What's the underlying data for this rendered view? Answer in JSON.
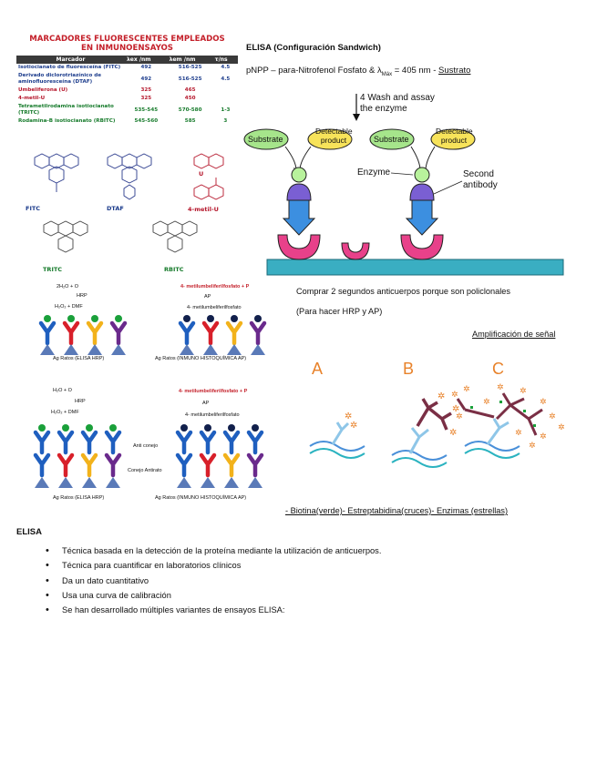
{
  "marker_table": {
    "title_line1": "MARCADORES FLUORESCENTES EMPLEADOS",
    "title_line2": "EN INMUNOENSAYOS",
    "headers": [
      "Marcador",
      "λex /nm",
      "λem /nm",
      "τ/ns"
    ],
    "rows": [
      {
        "name": "Isotiocianato de fluoresceína (FITC)",
        "ex": "492",
        "em": "516-525",
        "tau": "4.5"
      },
      {
        "name": "Derivado diclorotriazínico de aminofluoresceína (DTAF)",
        "ex": "492",
        "em": "516-525",
        "tau": "4.5"
      },
      {
        "name": "Umbeliferona (U)",
        "ex": "325",
        "em": "465",
        "tau": ""
      },
      {
        "name": "4-metil-U",
        "ex": "325",
        "em": "450",
        "tau": ""
      },
      {
        "name": "Tetrametilrodamina isotiocianato (TRITC)",
        "ex": "535-545",
        "em": "570-580",
        "tau": "1-3"
      },
      {
        "name": "Rodamina-B isotiocianato (RBITC)",
        "ex": "545-560",
        "em": "585",
        "tau": "3"
      }
    ],
    "structure_labels": [
      "FITC",
      "DTAF",
      "U",
      "4-metil-U",
      "TRITC",
      "RBITC"
    ]
  },
  "elisa_header": {
    "title": "ELISA (Configuración Sandwich)",
    "substrate_line_prefix": "pNPP – para-Nitrofenol Fosfato & λ",
    "substrate_line_sub": "Máx",
    "substrate_line_mid": " = 405 nm - ",
    "substrate_line_link": "Sustrato"
  },
  "sandwich": {
    "step_line1": "4 Wash and assay",
    "step_line2": "the enzyme",
    "substrate": "Substrate",
    "product_line1": "Detectable",
    "product_line2": "product",
    "enzyme": "Enzyme",
    "second_line1": "Second",
    "second_line2": "antibody"
  },
  "panels": {
    "top_left_top": "2H₂O + O",
    "top_left_enzyme": "HRP",
    "top_left_bottom": "H₂O₂ + DMF",
    "top_left_caption": "Ag Ratos (ELISA HRP)",
    "top_right_top": "4- metilumbeliferilfosfato + P",
    "top_right_enzyme": "AP",
    "top_right_bottom": "4- metilumbeliferilfosfato",
    "top_right_caption": "Ag Ratos (INMUNO HISTOQUÍMICA AP)",
    "bot_left_top": "H₂O + O",
    "bot_left_enzyme": "HRP",
    "bot_left_bottom": "H₂O₂ + DMF",
    "bot_left_caption": "Ag Ratos (ELISA HRP)",
    "bot_right_top": "4- metilumbeliferilfosfato + P",
    "bot_right_enzyme": "AP",
    "bot_right_bottom": "4- metilumbeliferilfosfato",
    "bot_right_caption": "Ag Ratos (INMUNO HISTOQUÍMICA AP)",
    "anti_label": "Anti conejo",
    "conejo_label": "Conejo Antirato"
  },
  "notes": {
    "comprar": "Comprar 2 segundos anticuerpos porque son policlonales",
    "hrp_ap": "(Para hacer HRP y AP)",
    "amplificacion": "Amplificación de señal",
    "letters": [
      "A",
      "B",
      "C"
    ],
    "legend": "- Biotina(verde)- Estreptabidina(cruces)- Enzimas (estrellas)"
  },
  "elisa_section": {
    "heading": "ELISA",
    "bullets": [
      "Técnica basada en la detección de la proteína mediante la utilización de anticuerpos.",
      "Técnica para cuantificar en laboratorios clínicos",
      "Da un dato cuantitativo",
      "Usa una curva de calibración",
      "Se han desarrollado múltiples variantes de ensayos ELISA:"
    ]
  },
  "colors": {
    "title_red": "#c4202a",
    "blue": "#1f5fbf",
    "red": "#d8202a",
    "yellow": "#f2b21b",
    "purple": "#6a2a8c",
    "green": "#1aa03a",
    "navy": "#12204c",
    "substrate_green": "#a6e58b",
    "product_yellow": "#f7e35a",
    "pink": "#e8418a",
    "teal": "#2bb3c0",
    "orange": "#e8822a",
    "maroon": "#7a2f45"
  }
}
